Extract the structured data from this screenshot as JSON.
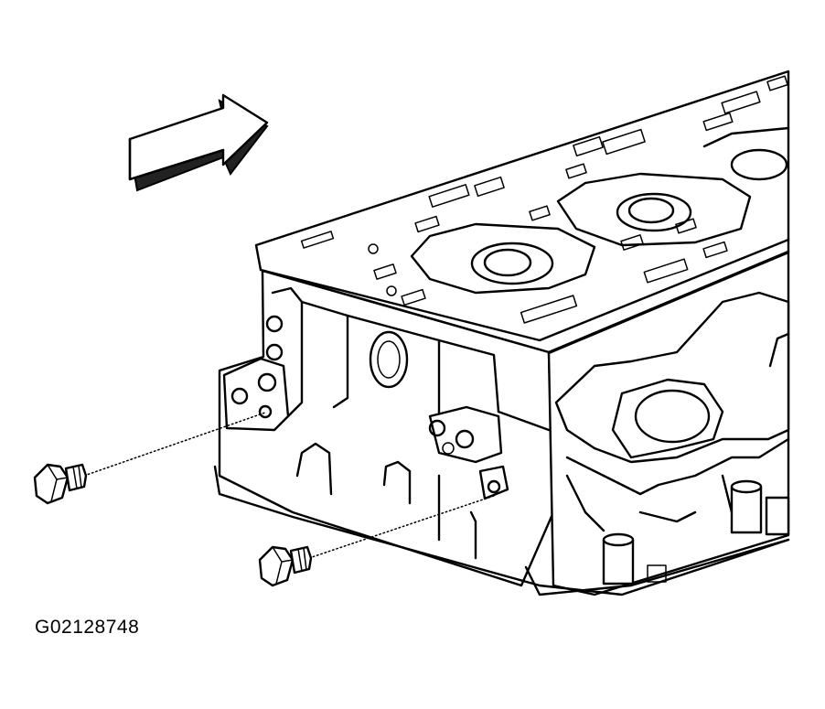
{
  "figure": {
    "id_label": "G02128748",
    "subject": "cylinder-head-with-plugs",
    "arrow_direction": "front-of-engine"
  }
}
